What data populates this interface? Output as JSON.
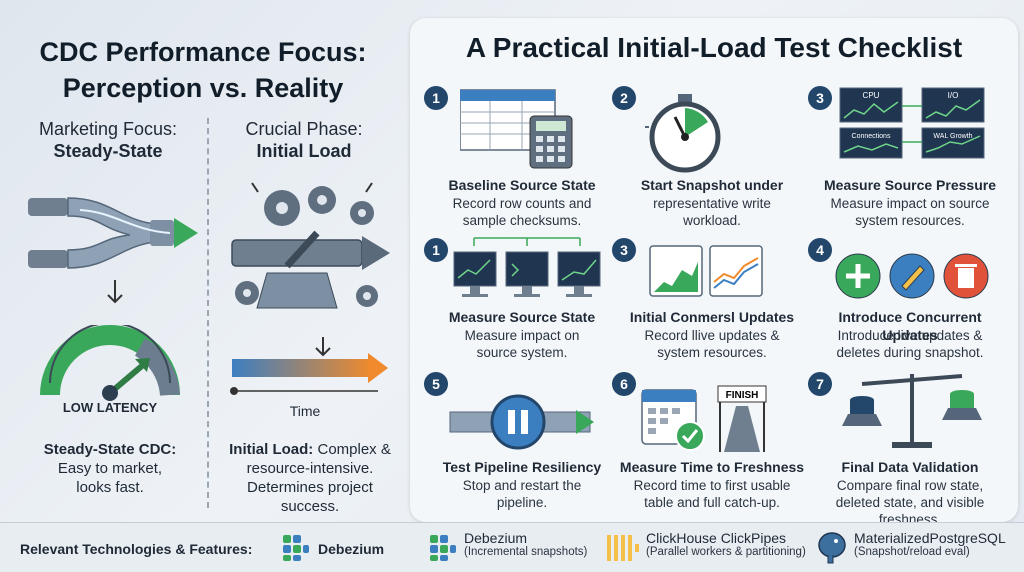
{
  "left": {
    "title_line1": "CDC Performance Focus:",
    "title_line2": "Perception vs. Reality",
    "col1_label": "Marketing Focus:",
    "col1_bold": "Steady-State",
    "col2_label": "Crucial Phase:",
    "col2_bold": "Initial Load",
    "gauge_label": "LOW LATENCY",
    "time_label": "Time",
    "col1_caption_bold": "Steady-State CDC:",
    "col1_caption_line2": "Easy to market,",
    "col1_caption_line3": "looks fast.",
    "col2_caption_bold": "Initial Load:",
    "col2_caption_line1_rest": " Complex &",
    "col2_caption_line2": "resource-intensive.",
    "col2_caption_line3": "Determines project",
    "col2_caption_line4": "success."
  },
  "checklist": {
    "title": "A Practical Initial-Load Test Checklist",
    "items": [
      {
        "num": "1",
        "title": "Baseline Source State",
        "desc1": "Record row counts and",
        "desc2": "sample checksums.",
        "desc3": ""
      },
      {
        "num": "2",
        "title": "Start Snapshot under",
        "desc1": "representative write",
        "desc2": "workload.",
        "desc3": ""
      },
      {
        "num": "3",
        "title": "Measure Source Pressure",
        "desc1": "Measure impact on source",
        "desc2": "system resources.",
        "desc3": ""
      },
      {
        "num": "1",
        "title": "Measure Source State",
        "desc1": "Measure impact on",
        "desc2": "source system.",
        "desc3": ""
      },
      {
        "num": "3",
        "title": "Initial Conmersl Updates",
        "desc1": "Record llive updates &",
        "desc2": "system resources.",
        "desc3": ""
      },
      {
        "num": "4",
        "title": "Introduce Concurrent Updates",
        "desc1": "Introduce live updates &",
        "desc2": "deletes during snapshot.",
        "desc3": ""
      },
      {
        "num": "5",
        "title": "Test Pipeline Resiliency",
        "desc1": "Stop and restart the",
        "desc2": "pipeline.",
        "desc3": ""
      },
      {
        "num": "6",
        "title": "Measure Time to Freshness",
        "desc1": "Record time to first usable",
        "desc2": "table and full catch-up.",
        "desc3": ""
      },
      {
        "num": "7",
        "title": "Final Data Validation",
        "desc1": "Compare final row state,",
        "desc2": "deleted state, and visible",
        "desc3": "freshness."
      }
    ],
    "icon_labels": {
      "cpu": "CPU",
      "io": "I/O",
      "connections": "Connections",
      "wal": "WAL Growth",
      "finish": "FINISH"
    }
  },
  "footer": {
    "label": "Relevant Technologies & Features:",
    "tech1": "Debezium",
    "tech2_name": "Debezium",
    "tech2_note": "(Incremental snapshots)",
    "tech3_name": "ClickHouse ClickPipes",
    "tech3_note": "(Parallel workers & partitioning)",
    "tech4_name": "MaterializedPostgreSQL",
    "tech4_note": "(Snapshot/reload eval)"
  },
  "colors": {
    "navy": "#23466b",
    "green": "#3aa85a",
    "orange": "#f08a2c",
    "blue": "#3c7fc1",
    "red": "#e0533a"
  }
}
